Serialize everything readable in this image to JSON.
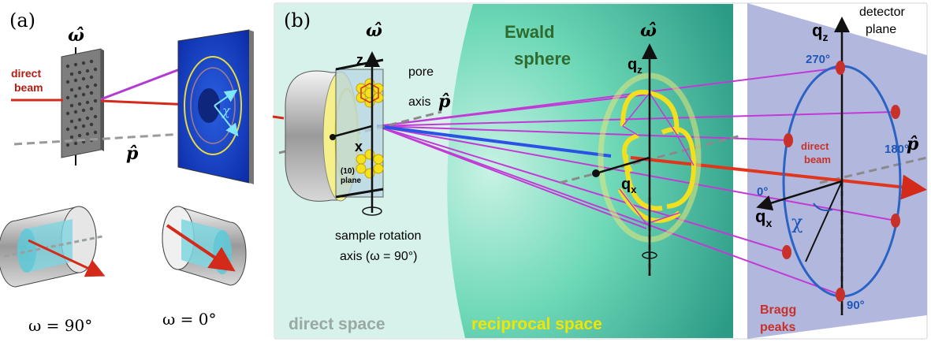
{
  "panel_a": {
    "label": "(a)",
    "omega_axis": "ω̂",
    "direct_beam_line1": "direct",
    "direct_beam_line2": "beam",
    "chi": "χ",
    "pore_axis": "p̂",
    "omega_90": "ω = 90°",
    "omega_0": "ω = 0°"
  },
  "panel_b": {
    "label": "(b)",
    "omega_axis_left": "ω̂",
    "omega_axis_mid": "ω̂",
    "z_axis": "z",
    "x_axis": "x",
    "pore_axis_line1": "pore",
    "pore_axis_line2": "axis",
    "pore_symbol_left": "p̂",
    "plane_line1": "(10)",
    "plane_line2": "plane",
    "rotation_line1": "sample rotation",
    "rotation_line2": "axis (ω = 90°)",
    "ewald_line1": "Ewald",
    "ewald_line2": "sphere",
    "qz_mid": "q",
    "qz_mid_sub": "z",
    "qx_mid": "q",
    "qx_mid_sub": "x",
    "direct_space": "direct space",
    "reciprocal_space": "reciprocal space",
    "detector_line1": "detector",
    "detector_line2": "plane",
    "qz_det": "q",
    "qz_det_sub": "z",
    "qx_det": "q",
    "qx_det_sub": "x",
    "angle_270": "270°",
    "angle_180": "180°",
    "angle_0": "0°",
    "angle_90": "90°",
    "direct_beam_line1": "direct",
    "direct_beam_line2": "beam",
    "chi": "χ",
    "pore_symbol_right": "p̂",
    "bragg_line1": "Bragg",
    "bragg_line2": "peaks"
  },
  "colors": {
    "beam_red": "#d42a1a",
    "magenta_ray": "#c23ad6",
    "blue_ring": "#2a63c4",
    "bragg_red": "#c8312a",
    "angle_blue": "#1f57b5",
    "ewald_green": "#2e6b2e",
    "reciprocal_yellow": "#f2e600",
    "direct_space_gray": "#9aa8a4",
    "ring_yellow": "#f0e020",
    "sphere_teal": "#4fc9a6",
    "detector_lavender": "#aeb3dc"
  }
}
